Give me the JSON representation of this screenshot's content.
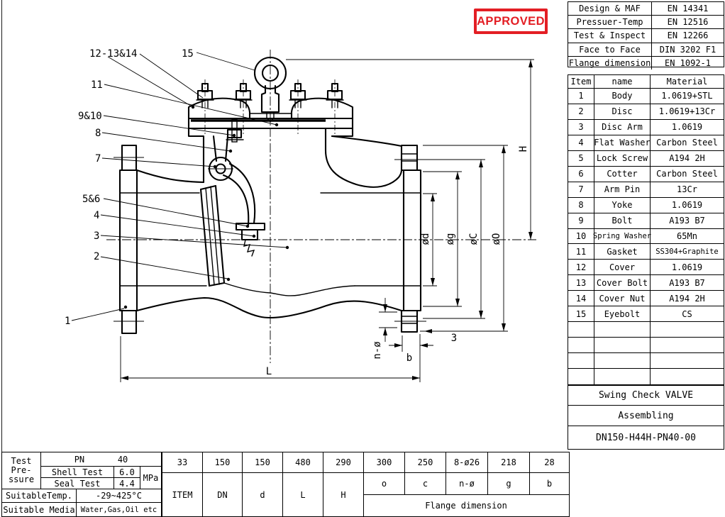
{
  "stamp": {
    "label": "APPROVED",
    "color": "#e31e24"
  },
  "standards": {
    "rows": [
      {
        "label": "Design & MAF",
        "value": "EN 14341"
      },
      {
        "label": "Pressuer-Temp",
        "value": "EN 12516"
      },
      {
        "label": "Test & Inspect",
        "value": "EN 12266"
      },
      {
        "label": "Face to Face",
        "value": "DIN 3202 F1"
      },
      {
        "label": "Flange dimension",
        "value": "EN 1092-1"
      }
    ]
  },
  "parts": {
    "headers": [
      "Item",
      "name",
      "Material"
    ],
    "rows": [
      [
        "1",
        "Body",
        "1.0619+STL"
      ],
      [
        "2",
        "Disc",
        "1.0619+13Cr"
      ],
      [
        "3",
        "Disc Arm",
        "1.0619"
      ],
      [
        "4",
        "Flat Washer",
        "Carbon Steel"
      ],
      [
        "5",
        "Lock Screw",
        "A194 2H"
      ],
      [
        "6",
        "Cotter",
        "Carbon Steel"
      ],
      [
        "7",
        "Arm Pin",
        "13Cr"
      ],
      [
        "8",
        "Yoke",
        "1.0619"
      ],
      [
        "9",
        "Bolt",
        "A193 B7"
      ],
      [
        "10",
        "Spring Washer",
        "65Mn"
      ],
      [
        "11",
        "Gasket",
        "SS304+Graphite"
      ],
      [
        "12",
        "Cover",
        "1.0619"
      ],
      [
        "13",
        "Cover Bolt",
        "A193 B7"
      ],
      [
        "14",
        "Cover Nut",
        "A194 2H"
      ],
      [
        "15",
        "Eyebolt",
        "CS"
      ]
    ]
  },
  "title_block": {
    "product": "Swing Check VALVE",
    "stage": "Assembling",
    "drawing_no": "DN150-H44H-PN40-00"
  },
  "test": {
    "block_lines": [
      "Test",
      "Pre-",
      "ssure"
    ],
    "pn_label": "PN",
    "pn_value": "40",
    "shell_label": "Shell Test",
    "shell_value": "6.0",
    "seal_label": "Seal Test",
    "seal_value": "4.4",
    "unit": "MPa",
    "temp_label": "SuitableTemp.",
    "temp_value": "-29~425°C",
    "media_label": "Suitable Media",
    "media_value": "Water,Gas,Oil etc"
  },
  "dim_table": {
    "values": [
      "33",
      "150",
      "150",
      "480",
      "290",
      "300",
      "250",
      "8-ø26",
      "218",
      "28"
    ],
    "headers": [
      "ITEM",
      "DN",
      "d",
      "L",
      "H",
      "o",
      "c",
      "n-ø",
      "g",
      "b"
    ],
    "footer": "Flange dimension"
  },
  "drawing": {
    "callouts": [
      {
        "label": "12-13&14"
      },
      {
        "label": "15"
      },
      {
        "label": "11"
      },
      {
        "label": "9&10"
      },
      {
        "label": "8"
      },
      {
        "label": "7"
      },
      {
        "label": "5&6"
      },
      {
        "label": "4"
      },
      {
        "label": "3"
      },
      {
        "label": "2"
      },
      {
        "label": "1"
      }
    ],
    "dims": {
      "H": "H",
      "L": "L",
      "b": "b",
      "three": "3",
      "od": "ød",
      "og": "øg",
      "oc": "øC",
      "oo": "øO",
      "n_o": "n-ø"
    }
  }
}
